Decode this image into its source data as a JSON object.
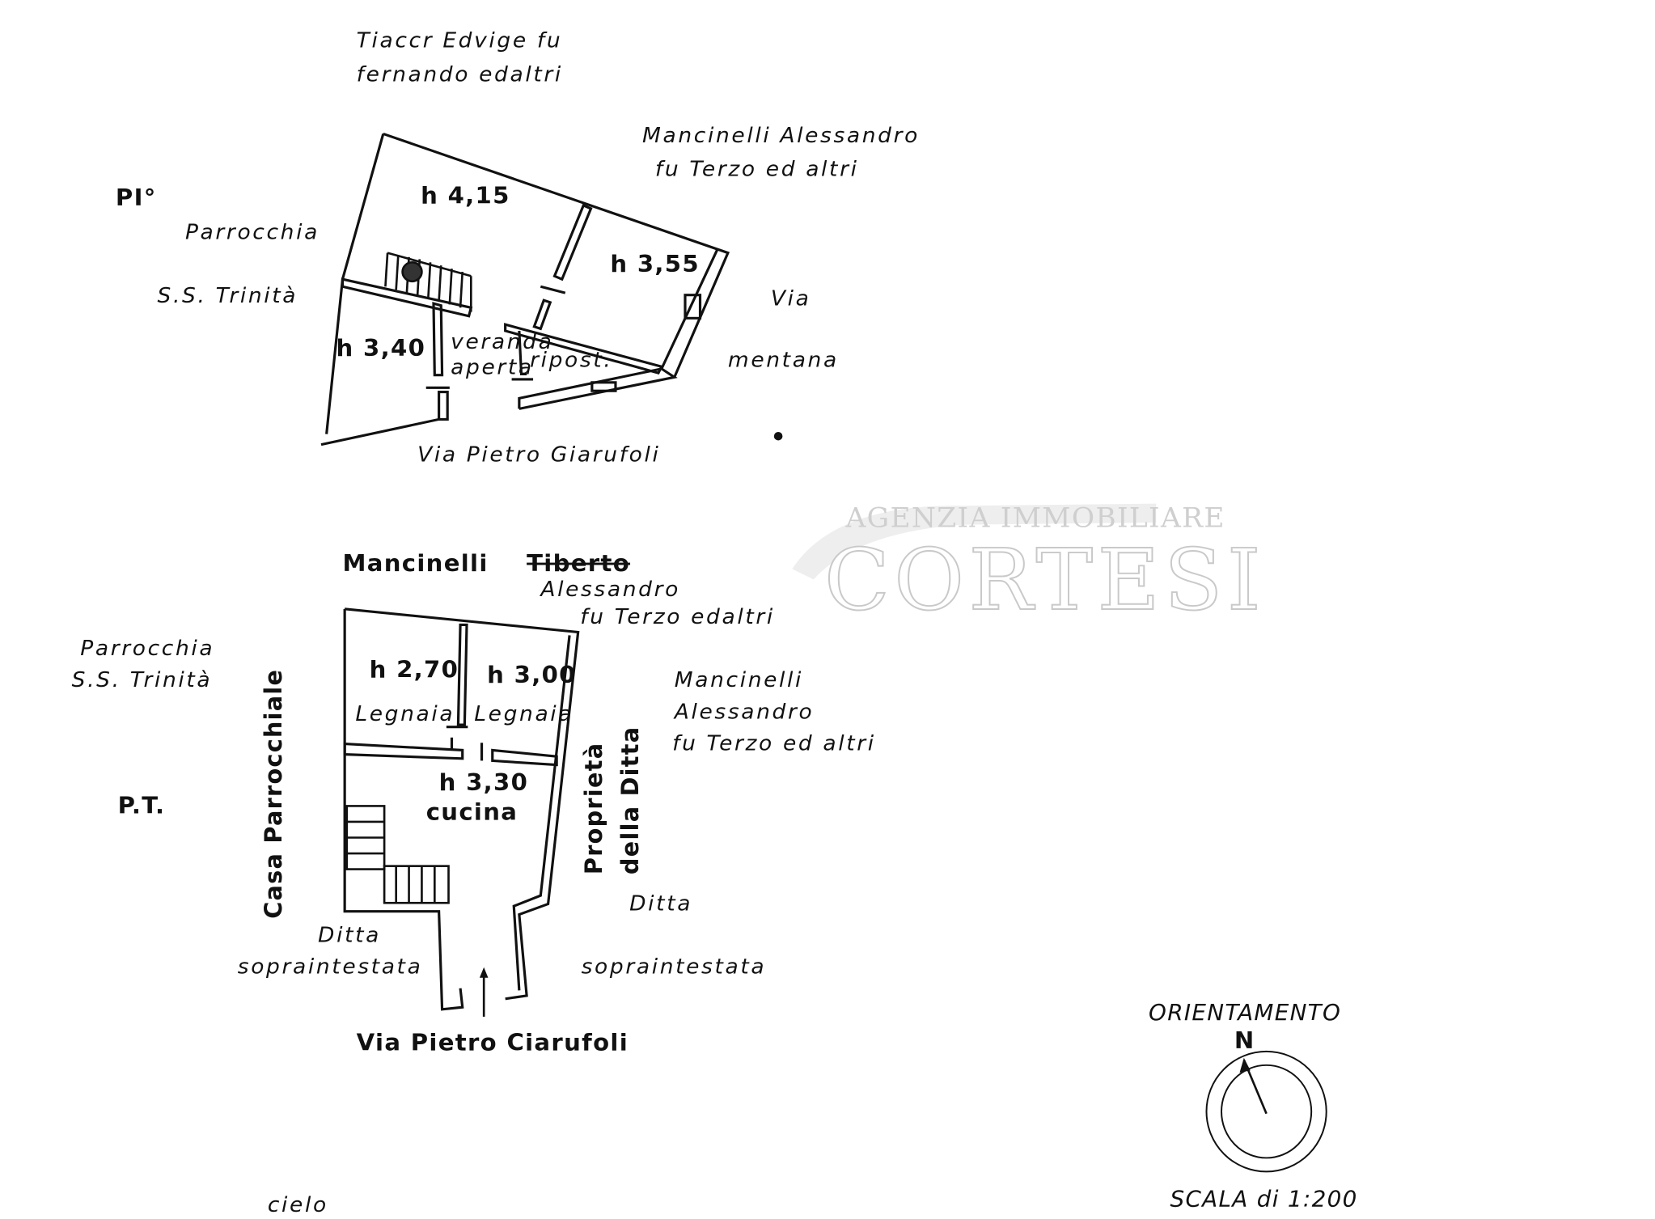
{
  "first_floor": {
    "floor_label": "PI°",
    "neighbors": {
      "north_line1": "Tiaccr Edvige fu",
      "north_line2": "fernando edaltri",
      "east_line1": "Mancinelli Alessandro",
      "east_line2": "fu Terzo ed altri",
      "west_line1": "Parrocchia",
      "west_line2": "S.S. Trinità"
    },
    "rooms": {
      "room_a": "h 4,15",
      "room_b": "h 3,55",
      "room_c": "h 3,40",
      "veranda_line1": "veranda",
      "veranda_line2": "aperta",
      "storage": "ripost."
    },
    "street_east_line1": "Via",
    "street_east_line2": "mentana",
    "street_south": "Via Pietro Giarufoli"
  },
  "ground_floor": {
    "floor_label": "P.T.",
    "neighbors": {
      "north_name": "Mancinelli",
      "north_struck": "Tiberto",
      "north_line2": "Alessandro",
      "north_line3": "fu Terzo edaltri",
      "east_line1": "Mancinelli",
      "east_line2": "Alessandro",
      "east_line3": "fu Terzo ed altri",
      "west_line1": "Parrocchia",
      "west_line2": "S.S. Trinità",
      "west_vertical": "Casa Parrocchiale",
      "east_vertical_1": "Proprietà",
      "east_vertical_2": "della Ditta",
      "se_line1": "Ditta",
      "se_line2": "sopraintestata",
      "sw_line1": "Ditta",
      "sw_line2": "sopraintestata"
    },
    "rooms": {
      "woodshed1_height": "h 2,70",
      "woodshed1_name": "Legnaia",
      "woodshed2_height": "h 3,00",
      "woodshed2_name": "Legnaia",
      "kitchen_height": "h 3,30",
      "kitchen_name": "cucina"
    },
    "street_south": "Via Pietro Ciarufoli"
  },
  "footer": {
    "cielo": "cielo",
    "orientation_title": "ORIENTAMENTO",
    "north_letter": "N",
    "scale": "SCALA di 1:200"
  },
  "watermark": {
    "line1": "AGENZIA IMMOBILIARE",
    "line2": "CORTESI"
  }
}
